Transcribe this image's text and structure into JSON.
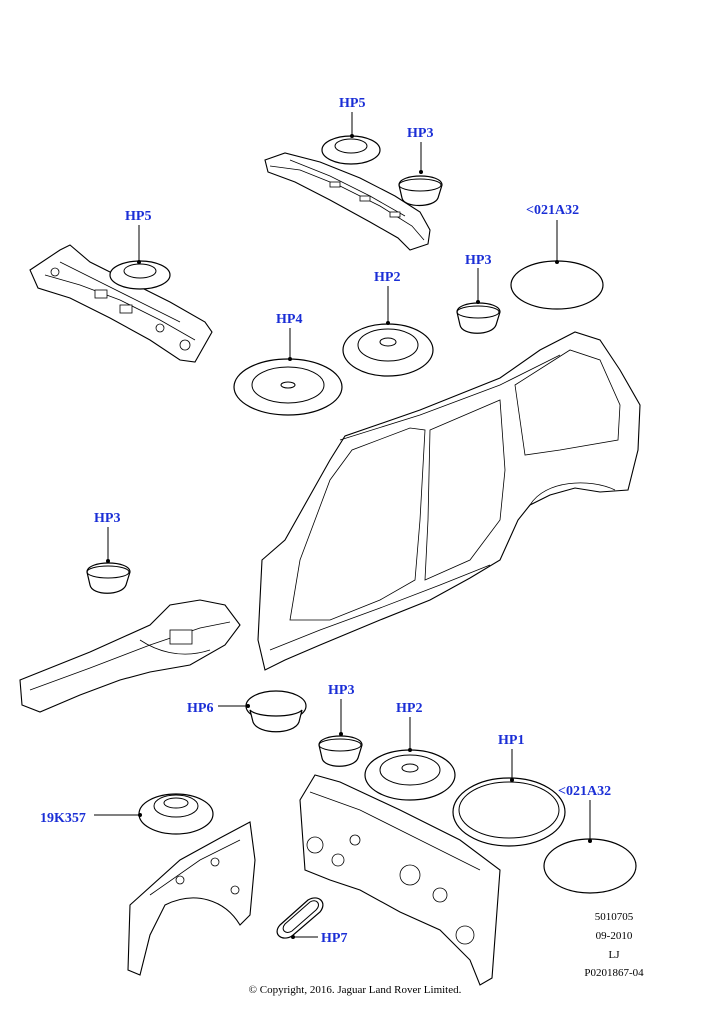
{
  "callouts": {
    "hp5_top": "HP5",
    "hp3_top": "HP3",
    "hp5_left": "HP5",
    "c021a32_top": "<021A32",
    "hp3_mid": "HP3",
    "hp2_top": "HP2",
    "hp4": "HP4",
    "hp3_left": "HP3",
    "hp6": "HP6",
    "hp3_bottom": "HP3",
    "hp2_bottom": "HP2",
    "hp1": "HP1",
    "c021a32_bottom": "<021A32",
    "c19k357": "19K357",
    "hp7": "HP7"
  },
  "metadata": {
    "ref_number": "5010705",
    "date": "09-2010",
    "initials": "LJ",
    "part_code": "P0201867-04"
  },
  "copyright": "© Copyright, 2016. Jaguar Land Rover Limited."
}
